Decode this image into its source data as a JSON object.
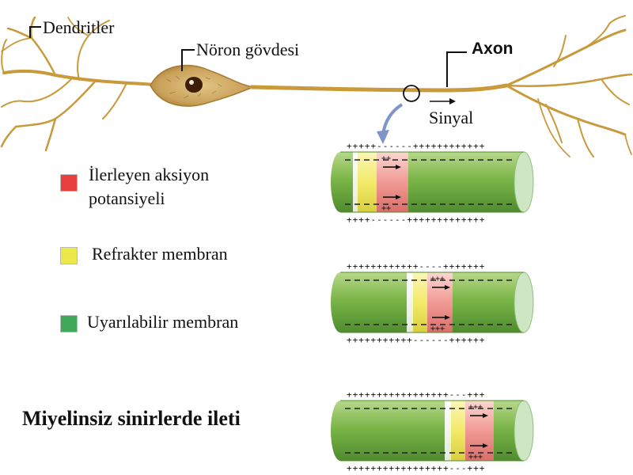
{
  "labels": {
    "dendrites": "Dendritler",
    "soma": "Nöron gövdesi",
    "axon": "Axon",
    "signal": "Sinyal"
  },
  "legend": [
    {
      "line1": "İlerleyen aksiyon",
      "line2": "potansiyeli",
      "color": "#e8403f"
    },
    {
      "line1": "Refrakter membran",
      "line2": "",
      "color": "#ece84a"
    },
    {
      "line1": "Uyarılabilir membran",
      "line2": "",
      "color": "#3fa85a"
    }
  ],
  "title": "Miyelinsiz sinirlerde ileti",
  "colors": {
    "excitable": "#6fae3f",
    "refractory": "#f3ec7a",
    "active": "#f08a8a",
    "axon": "#c89a3c",
    "nucleus": "#4a2410"
  },
  "cylinders": [
    {
      "step": 1,
      "top_charge": "+++++------++++++++++++",
      "bottom_charge": "++++------+++++++++++++"
    },
    {
      "step": 2,
      "top_charge": "++++++++++++----+++++++",
      "bottom_charge": "+++++++++++------++++++"
    },
    {
      "step": 3,
      "top_charge": "+++++++++++++++++---+++",
      "bottom_charge": "+++++++++++++++++---+++"
    }
  ]
}
